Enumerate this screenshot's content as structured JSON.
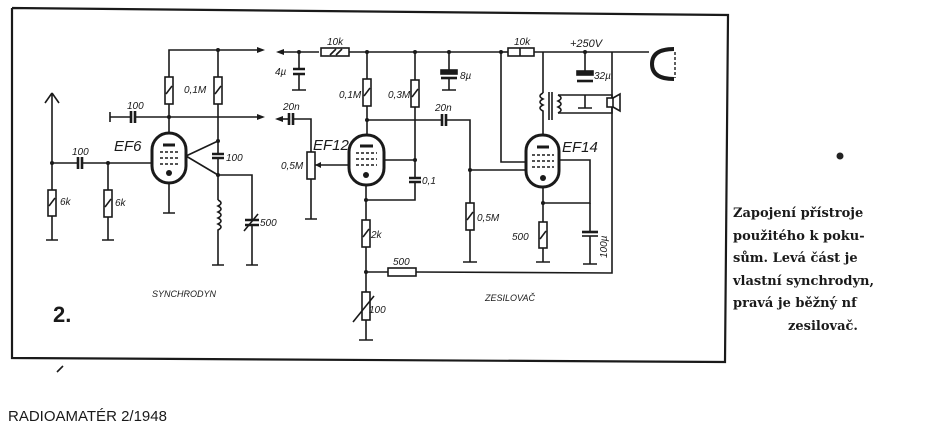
{
  "figure": {
    "number": "2.",
    "sections": {
      "left": "SYNCHRODYN",
      "right": "ZESILOVAČ"
    },
    "tubes": [
      {
        "id": "tube-ef6",
        "label": "EF6"
      },
      {
        "id": "tube-ef12",
        "label": "EF12"
      },
      {
        "id": "tube-ef14",
        "label": "EF14"
      }
    ],
    "components": {
      "cap_antenna": "100",
      "cap_grid_ef6": "100",
      "res_grid1": "6k",
      "res_grid2": "6k",
      "res_plate_ef6": "0,1M",
      "cap_ef6_fb": "100",
      "cap_tuning": "500",
      "res_top_10k_a": "10k",
      "cap_4u": "4µ",
      "cap_20n_a": "20n",
      "pot_05m": "0,5M",
      "res_plate_ef12": "0,1M",
      "res_screen_ef12": "0,3M",
      "cap_8u": "8µ",
      "cap_20n_b": "20n",
      "cap_01": "0,1",
      "res_grid_ef14": "0,5M",
      "res_cath_2k": "2k",
      "res_fb_500": "500",
      "pot_100": "100",
      "res_top_10k_b": "10k",
      "supply": "+250V",
      "cap_32u": "32µ",
      "res_cath_ef14": "500",
      "cap_100u": "100µ"
    }
  },
  "caption": {
    "lines": [
      "Zapojení přístroje",
      "použitého k poku-",
      "sům. Levá část je",
      "vlastní synchrodyn,",
      "pravá je běžný nf",
      "zesilovač."
    ]
  },
  "footer": {
    "publication": "RADIOAMATÉR 2/1948"
  }
}
